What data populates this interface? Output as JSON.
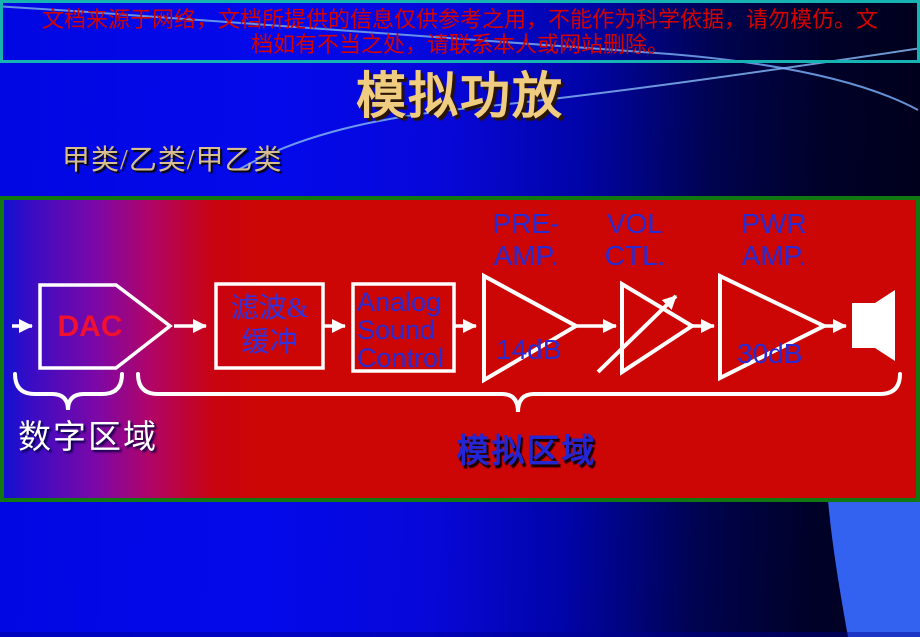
{
  "banner": {
    "line1": "文档来源于网络，文档所提供的信息仅供参考之用，不能作为科学依据，请勿模仿。文",
    "line2": "档如有不当之处，请联系本人或网站删除。"
  },
  "title": "模拟功放",
  "subtitle": "甲类/乙类/甲乙类",
  "diagram": {
    "dac_label": "DAC",
    "filter_box": {
      "line1": "滤波&",
      "line2": "缓冲"
    },
    "asc_box": {
      "line1": "Analog",
      "line2": "Sound",
      "line3": "Control"
    },
    "pre_amp": {
      "line1": "PRE-",
      "line2": "AMP.",
      "gain": "14dB"
    },
    "vol_ctl": {
      "line1": "VOL",
      "line2": "CTL."
    },
    "pwr_amp": {
      "line1": "PWR",
      "line2": "AMP.",
      "gain": "30dB"
    },
    "regions": {
      "digital": "数字区域",
      "analog": "模拟区域"
    },
    "icons": {
      "output": "speaker-icon"
    }
  },
  "colors": {
    "banner_text": "#D50000",
    "banner_border": "#17B2B2",
    "title_gold": "#F0CC80",
    "subtitle_tan": "#D8BE8E",
    "panel_border_green": "#117711",
    "panel_red": "#CC0505",
    "panel_blue_left": "#1111D0",
    "diagram_blue_text": "#2A2AD2",
    "dac_text_red": "#F01030",
    "shape_stroke": "#FFFFFF",
    "bg_blue": "#0309EA",
    "bg_navy": "#00001A",
    "band_royal_blue": "#3462F0"
  }
}
